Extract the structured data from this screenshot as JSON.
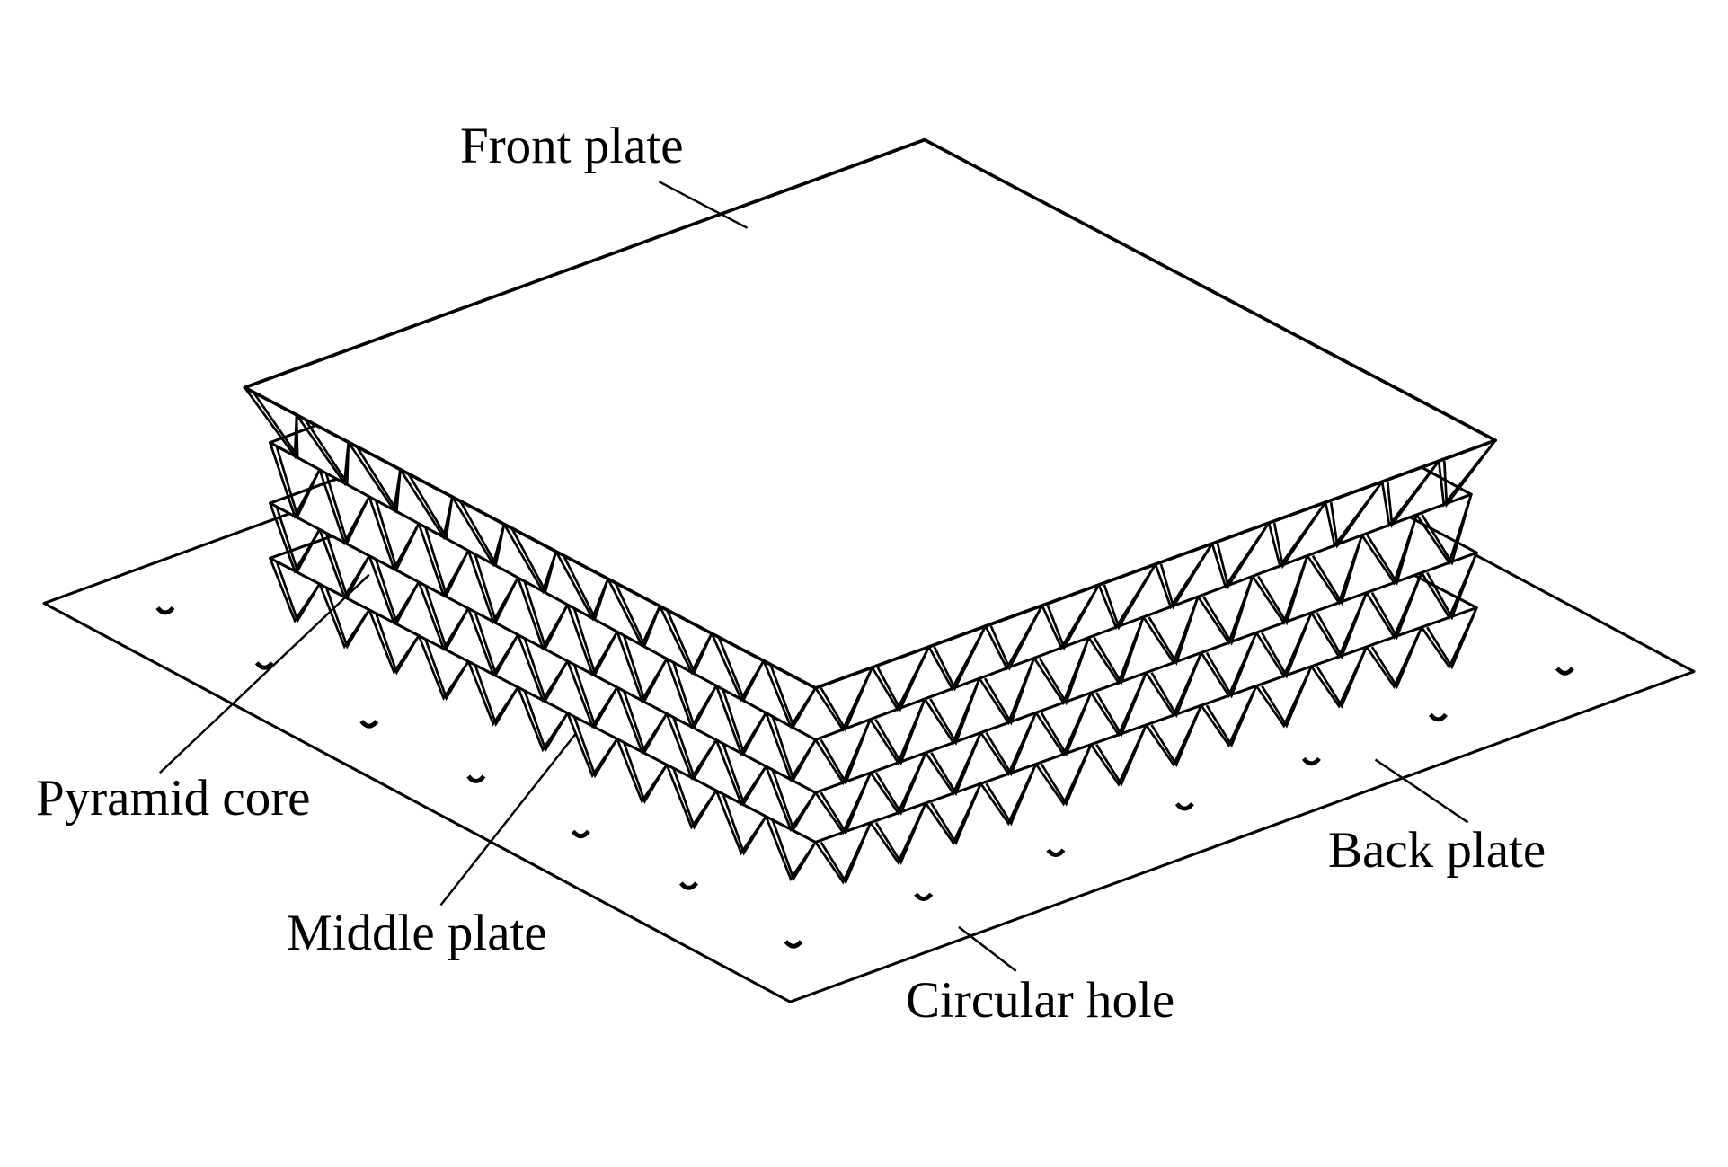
{
  "figure": {
    "labels": {
      "front_plate": "Front plate",
      "pyramid_core": "Pyramid core",
      "middle_plate": "Middle plate",
      "back_plate": "Back plate",
      "circular_hole": "Circular hole"
    },
    "colors": {
      "ink": "#000000",
      "paper": "#ffffff"
    }
  }
}
